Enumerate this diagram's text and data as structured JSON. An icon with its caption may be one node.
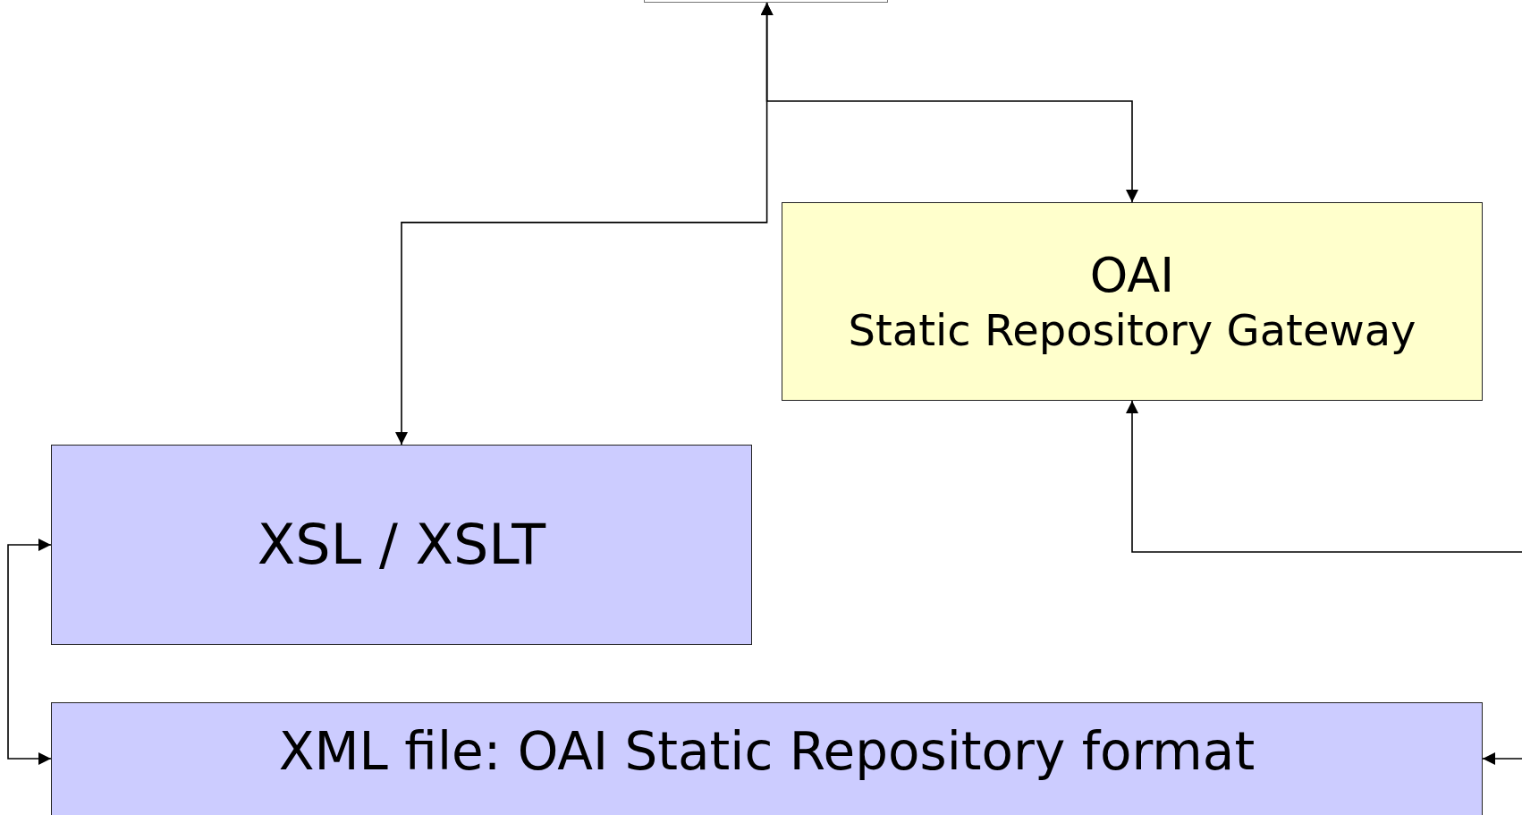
{
  "diagram": {
    "nodes": [
      {
        "text": [],
        "shape": "box"
      },
      {
        "text": [
          "OAI",
          "Static Repository Gateway"
        ]
      },
      {
        "text": [
          "XSL / XSLT"
        ]
      },
      {
        "text": [
          "XML file: OAI Static Repository format"
        ]
      }
    ],
    "edges": [
      {
        "from": 0,
        "to": 2,
        "arrow": "both"
      },
      {
        "from": 0,
        "to": 1,
        "arrow": "both"
      },
      {
        "from": null,
        "to": 1,
        "arrow": "to"
      },
      {
        "from": 2,
        "to": 3,
        "arrow": "both"
      },
      {
        "from": null,
        "to": 3,
        "arrow": "to"
      }
    ]
  }
}
